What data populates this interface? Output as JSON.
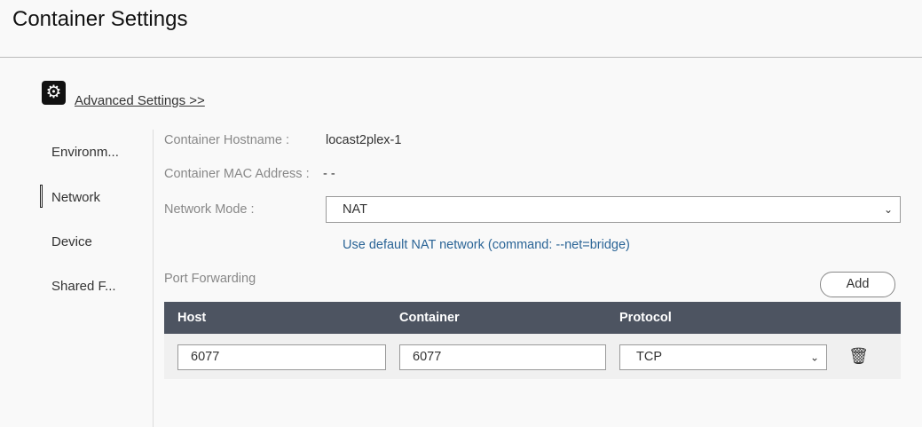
{
  "title": "Container Settings",
  "advanced_settings": "Advanced Settings >>",
  "nav": [
    "Environm...",
    "Network",
    "Device",
    "Shared F..."
  ],
  "hostname_label": "Container Hostname :",
  "hostname_value": "locast2plex-1",
  "mac_label": "Container MAC Address :",
  "mac_value": "- -",
  "mode_label": "Network Mode :",
  "mode_value": "NAT",
  "hint": "Use default NAT network (command: --net=bridge)",
  "port_forwarding": "Port Forwarding",
  "add": "Add",
  "columns": [
    "Host",
    "Container",
    "Protocol"
  ],
  "row": {
    "host": "6077",
    "container": "6077",
    "protocol": "TCP"
  }
}
